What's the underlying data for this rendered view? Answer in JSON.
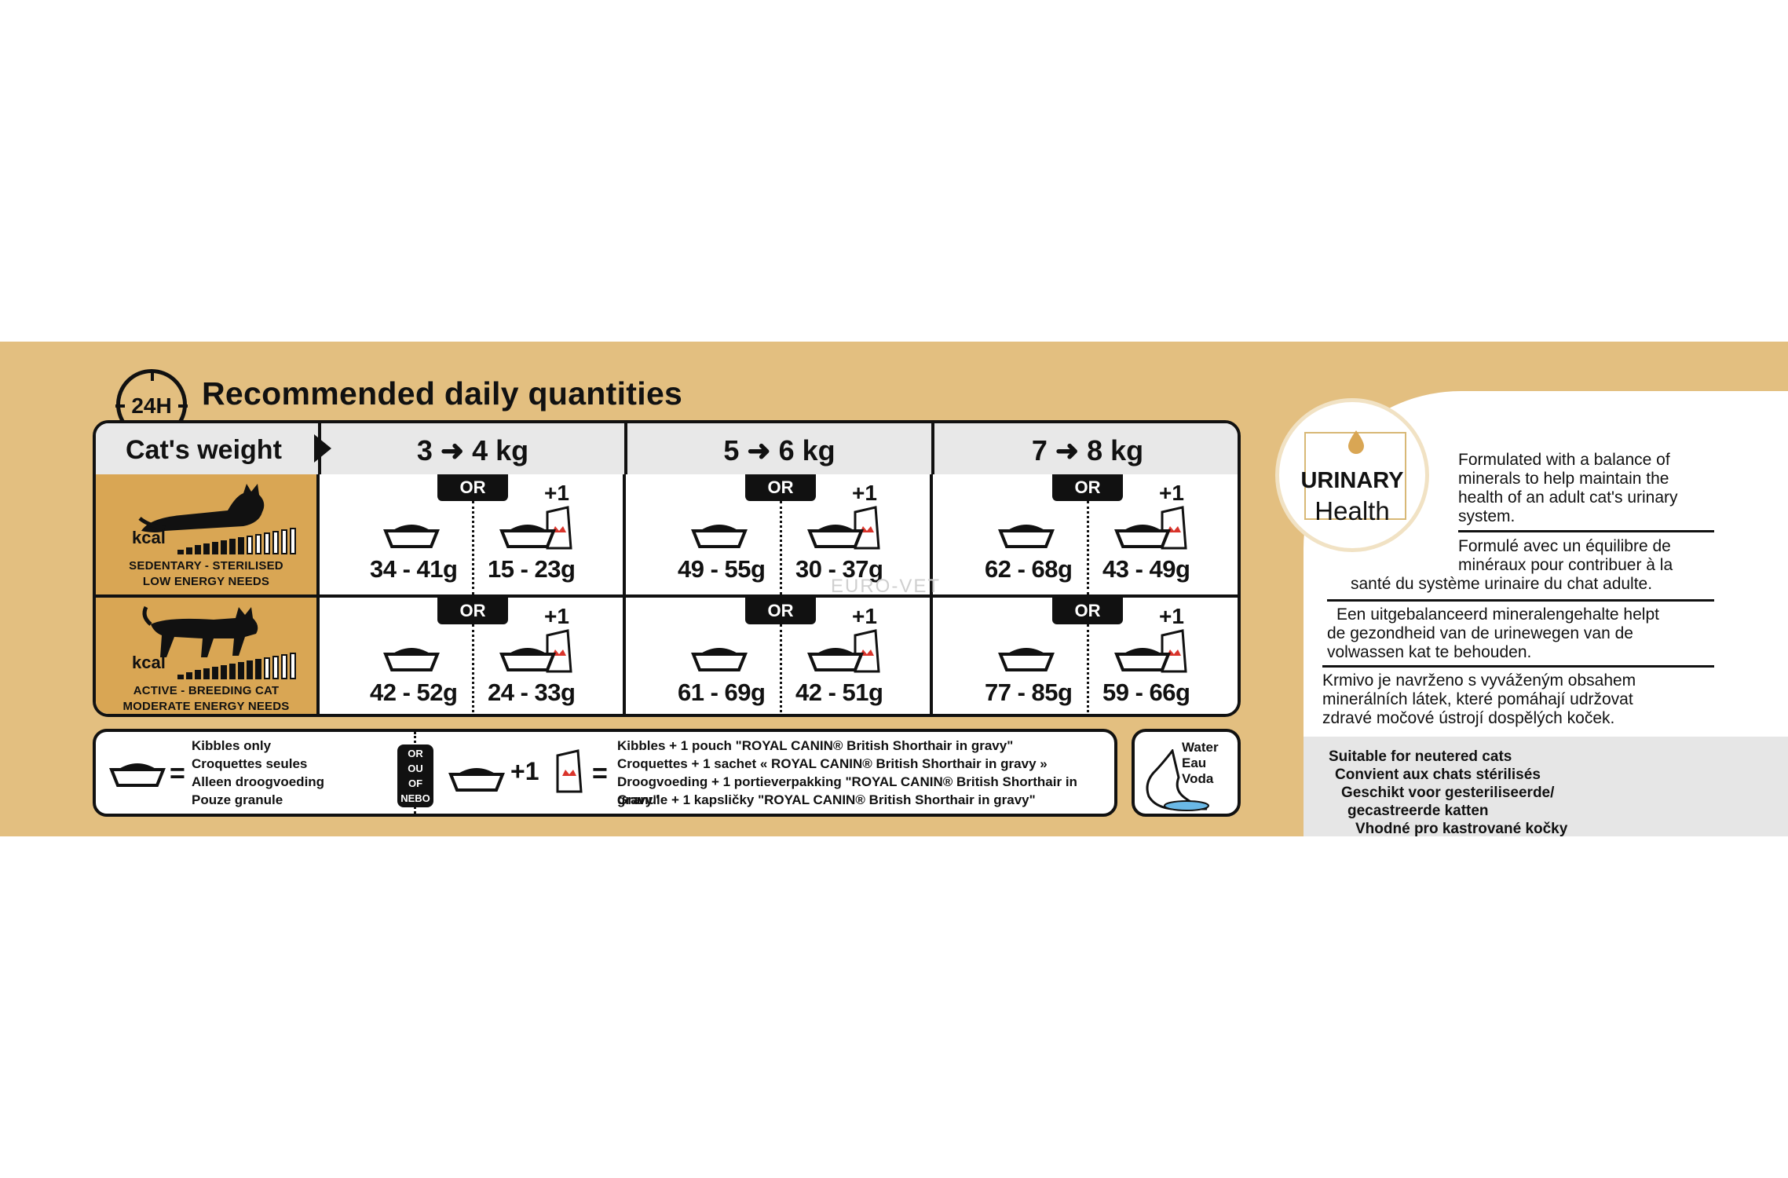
{
  "header": {
    "icon_label": "24H",
    "title": "Recommended daily quantities"
  },
  "table": {
    "weight_label": "Cat's weight",
    "columns": [
      {
        "label": "3 ➜ 4 kg"
      },
      {
        "label": "5 ➜ 6 kg"
      },
      {
        "label": "7 ➜ 8 kg"
      }
    ],
    "or_label": "OR",
    "plus_label": "+1",
    "rows": [
      {
        "kcal": "kcal",
        "line1": "SEDENTARY - STERILISED",
        "line2": "LOW ENERGY NEEDS",
        "cells": [
          {
            "kibble": "34 - 41g",
            "mixed": "15 - 23g"
          },
          {
            "kibble": "49 - 55g",
            "mixed": "30 - 37g"
          },
          {
            "kibble": "62 - 68g",
            "mixed": "43 - 49g"
          }
        ]
      },
      {
        "kcal": "kcal",
        "line1": "ACTIVE - BREEDING CAT",
        "line2": "MODERATE ENERGY NEEDS",
        "cells": [
          {
            "kibble": "42 - 52g",
            "mixed": "24 - 33g"
          },
          {
            "kibble": "61 - 69g",
            "mixed": "42 - 51g"
          },
          {
            "kibble": "77 - 85g",
            "mixed": "59 - 66g"
          }
        ]
      }
    ]
  },
  "legend": {
    "eq": "=",
    "kibbles": [
      "Kibbles only",
      "Croquettes seules",
      "Alleen droogvoeding",
      "Pouze granule"
    ],
    "or_words": [
      "OR",
      "OU",
      "OF",
      "NEBO"
    ],
    "plus": "+1",
    "mixed": [
      "Kibbles + 1 pouch \"ROYAL CANIN® British Shorthair in gravy\"",
      "Croquettes + 1 sachet « ROYAL CANIN® British Shorthair in gravy »",
      "Droogvoeding + 1 portieverpakking \"ROYAL CANIN® British Shorthair in gravy\"",
      "Granule + 1 kapsličky \"ROYAL CANIN® British Shorthair in gravy\""
    ]
  },
  "water": [
    "Water",
    "Eau",
    "Voda"
  ],
  "watermark": "EURO-VET",
  "urinary": {
    "title": "URINARY",
    "subtitle": "Health"
  },
  "panel": {
    "en": [
      "Formulated with a balance of",
      "minerals to help maintain the",
      "health of an adult cat's urinary",
      "system."
    ],
    "fr": [
      "Formulé avec un équilibre de",
      "minéraux pour contribuer à la",
      "santé du système urinaire du chat adulte."
    ],
    "nl": [
      "Een uitgebalanceerd mineralengehalte helpt",
      "de gezondheid van de urinewegen van de",
      "volwassen kat te behouden."
    ],
    "cz": [
      "Krmivo je navrženo s vyváženým obsahem",
      "minerálních látek, které pomáhají udržovat",
      "zdravé močové ústrojí dospělých koček."
    ],
    "suitable": [
      "Suitable for neutered cats",
      "Convient aux chats stérilisés",
      "Geschikt voor gesteriliseerde/",
      "gecastreerde katten",
      "Vhodné pro kastrované kočky"
    ]
  },
  "colors": {
    "band": "#e3bf80",
    "label_cell": "#d9a654",
    "header_row": "#e8e8e8",
    "pouch_accent": "#d9342b",
    "water": "#6ab8e6"
  }
}
